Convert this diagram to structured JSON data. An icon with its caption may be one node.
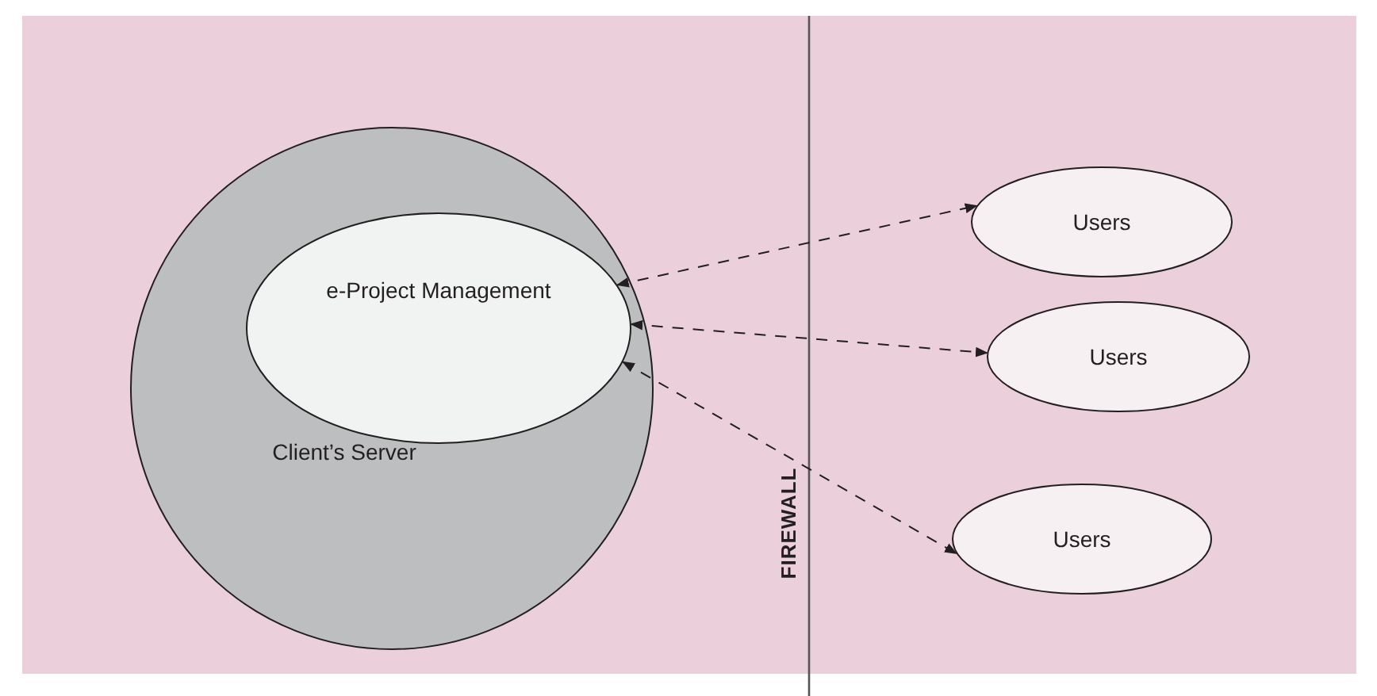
{
  "diagram": {
    "nodes": [
      {
        "text": [
          "Client’s Server"
        ]
      },
      {
        "text": [
          "e-Project Management"
        ],
        "in": 0
      },
      {
        "text": [
          "Users"
        ]
      },
      {
        "text": [
          "Users"
        ]
      },
      {
        "text": [
          "Users"
        ]
      }
    ],
    "edges": [
      {
        "from": 1,
        "to": 2,
        "arrow": "both",
        "style": "dashed"
      },
      {
        "from": 1,
        "to": 3,
        "arrow": "both",
        "style": "dashed"
      },
      {
        "from": 1,
        "to": 4,
        "arrow": "both",
        "style": "dashed"
      }
    ],
    "labels": [
      "FIREWALL"
    ]
  }
}
